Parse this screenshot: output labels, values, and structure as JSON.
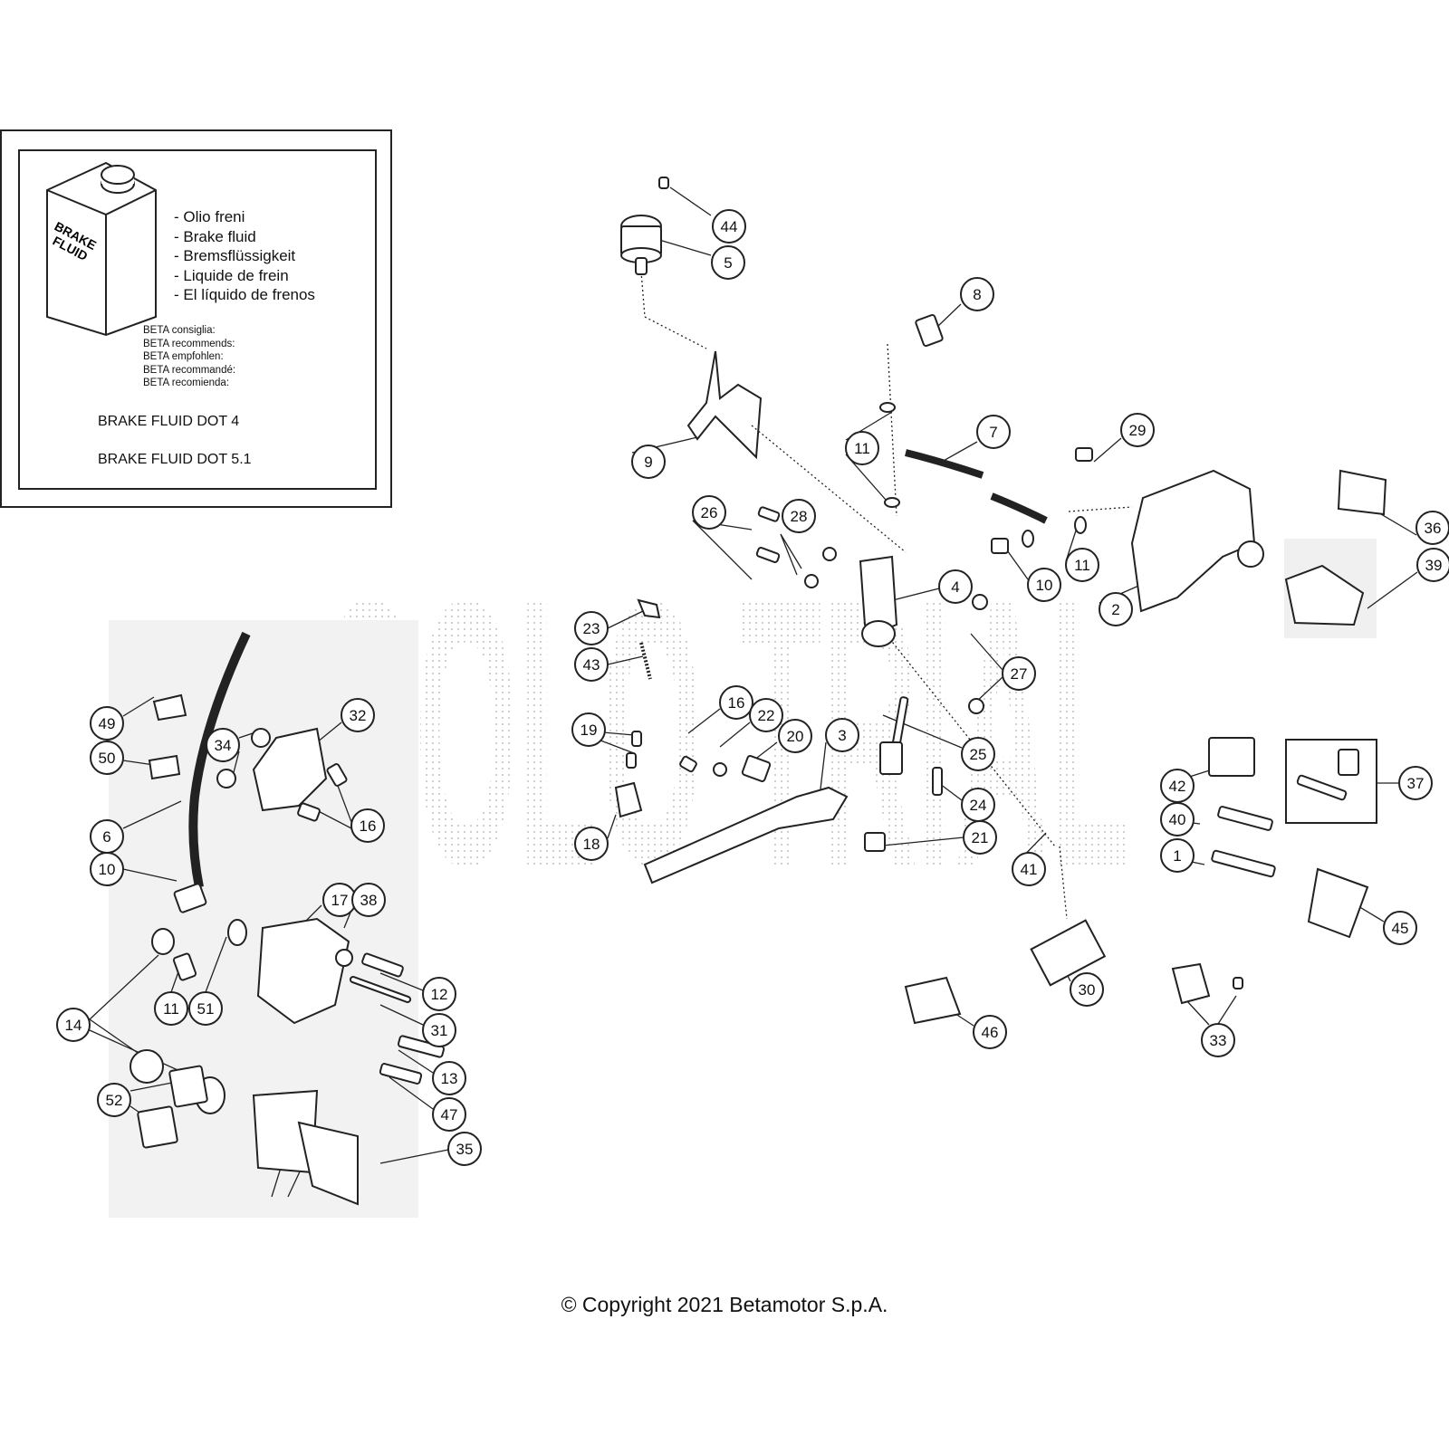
{
  "fluid_panel": {
    "can_label_line1": "BRAKE",
    "can_label_line2": "FLUID",
    "names": [
      "Olio freni",
      "Brake fluid",
      "Bremsflüssigkeit",
      "Liquide de frein",
      "El líquido de frenos"
    ],
    "recommend_lines": [
      "BETA consiglia:",
      "BETA recommends:",
      "BETA empfohlen:",
      "BETA recommandé:",
      "BETA recomienda:"
    ],
    "spec_1": "BRAKE FLUID DOT 4",
    "spec_2": "BRAKE FLUID DOT 5.1"
  },
  "watermark_text": "SOLO TRIAL",
  "callouts": [
    "44",
    "5",
    "8",
    "9",
    "11",
    "7",
    "29",
    "26",
    "28",
    "4",
    "10",
    "11",
    "2",
    "36",
    "39",
    "23",
    "43",
    "27",
    "49",
    "32",
    "34",
    "50",
    "16",
    "22",
    "20",
    "3",
    "25",
    "19",
    "24",
    "16",
    "42",
    "37",
    "6",
    "18",
    "21",
    "40",
    "10",
    "41",
    "1",
    "17",
    "38",
    "45",
    "30",
    "12",
    "11",
    "51",
    "31",
    "14",
    "13",
    "47",
    "46",
    "33",
    "52",
    "35"
  ],
  "copyright": "© Copyright 2021 Betamotor S.p.A."
}
